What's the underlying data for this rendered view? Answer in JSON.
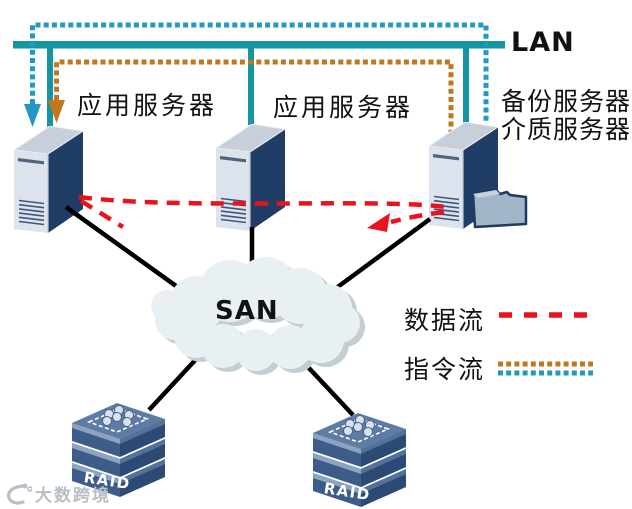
{
  "diagram": {
    "title_labels": {
      "lan": "LAN",
      "san": "SAN"
    },
    "servers": [
      {
        "id": "app-server-1",
        "label": "应用服务器"
      },
      {
        "id": "app-server-2",
        "label": "应用服务器"
      },
      {
        "id": "backup-media-server",
        "label_line1": "备份服务器",
        "label_line2": "介质服务器"
      }
    ],
    "storage": [
      {
        "id": "raid-1",
        "label": "RAID"
      },
      {
        "id": "raid-2",
        "label": "RAID"
      }
    ],
    "legend": [
      {
        "label": "数据流",
        "line_style": "red-dashed"
      },
      {
        "label": "指令流",
        "line_style": "orange-and-blue-dotted"
      }
    ],
    "colors": {
      "lan_bus_teal": "#13969f",
      "data_flow_red": "#e9121d",
      "command_flow_orange": "#c2771e",
      "command_flow_blue": "#2398c3"
    },
    "watermark": {
      "text": "大数跨境"
    }
  }
}
